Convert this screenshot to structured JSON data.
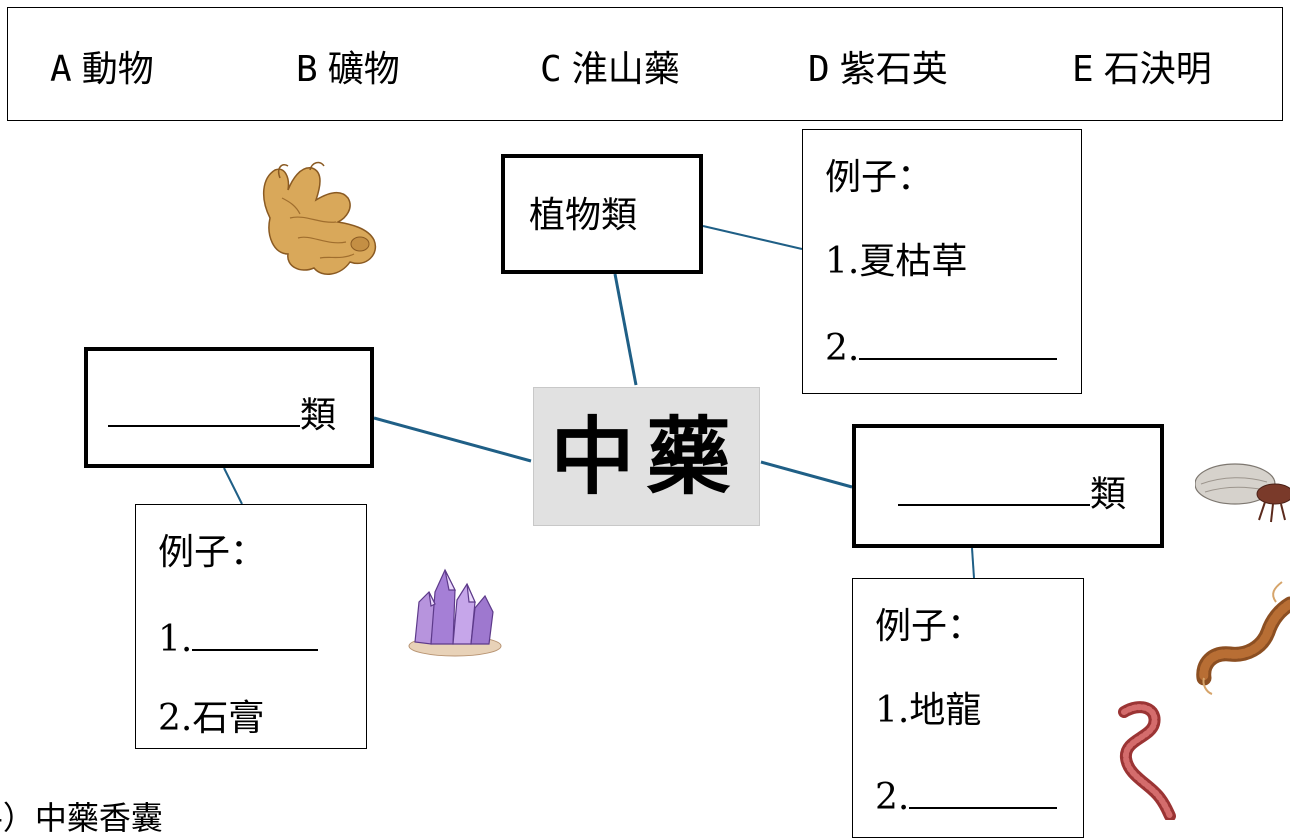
{
  "word_bank": {
    "options": [
      {
        "letter": "A",
        "text": "動物"
      },
      {
        "letter": "B",
        "text": "礦物"
      },
      {
        "letter": "C",
        "text": "淮山藥"
      },
      {
        "letter": "D",
        "text": "紫石英"
      },
      {
        "letter": "E",
        "text": "石決明"
      }
    ]
  },
  "center": {
    "title": "中藥"
  },
  "plant_category": {
    "label": "植物類",
    "examples_heading": "例子：",
    "example_1": "1.夏枯草",
    "example_2_prefix": "2."
  },
  "left_category": {
    "suffix": "類",
    "examples_heading": "例子：",
    "example_1_prefix": "1.",
    "example_2": "2.石膏"
  },
  "right_category": {
    "suffix": "類",
    "examples_heading": "例子：",
    "example_1": "1.地龍",
    "example_2_prefix": "2."
  },
  "footer": {
    "text": "-）中藥香囊"
  },
  "colors": {
    "connector": "#1f5f86",
    "center_bg": "#e1e1e1"
  },
  "icons": [
    "ginger-root-icon",
    "amethyst-crystal-icon",
    "cicada-icon",
    "centipede-icon",
    "earthworm-icon"
  ]
}
